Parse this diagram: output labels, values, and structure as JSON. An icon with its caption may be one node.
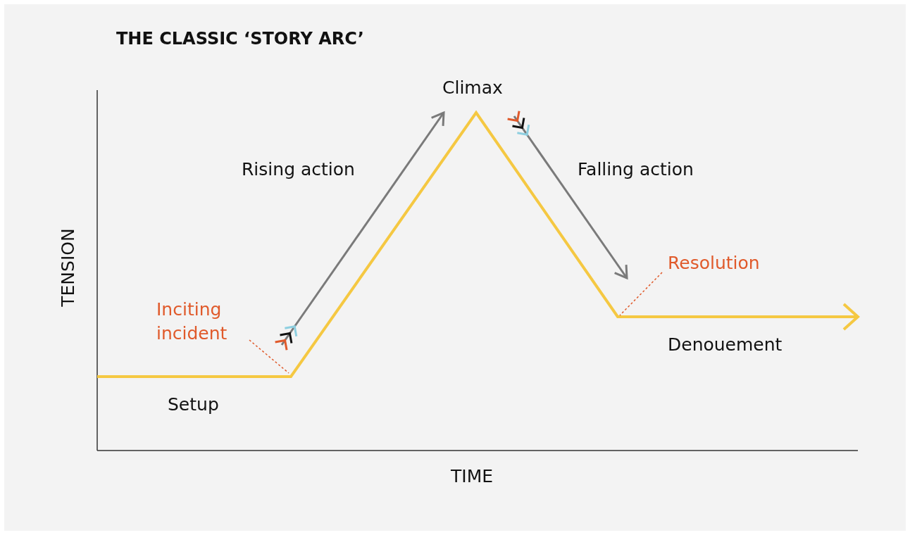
{
  "diagram": {
    "title": "THE CLASSIC ‘STORY ARC’",
    "nodes": [
      {
        "text": [
          "Inciting incident"
        ]
      },
      {
        "text": [
          "Resolution"
        ]
      }
    ],
    "edges": [
      {
        "from": 0,
        "to": null,
        "arrow": "none",
        "style": "dashed"
      },
      {
        "from": 1,
        "to": null,
        "arrow": "none",
        "style": "dashed"
      }
    ],
    "labels": [
      "Climax",
      "Rising action",
      "Falling action",
      "Setup",
      "Denouement",
      "TENSION",
      "TIME"
    ]
  }
}
